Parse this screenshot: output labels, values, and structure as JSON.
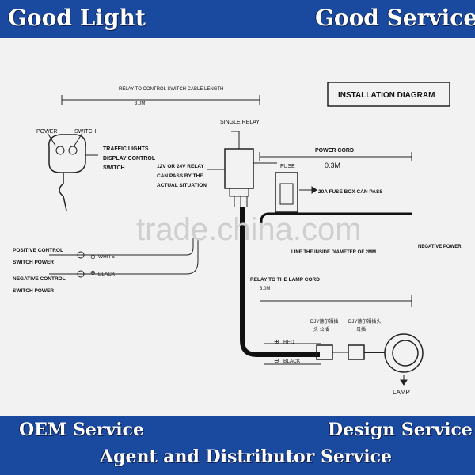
{
  "banners": {
    "top_left": "Good Light",
    "top_right": "Good Service",
    "bottom_left": "OEM Service",
    "bottom_right": "Design Service",
    "bottom_center": "Agent and Distributor Service"
  },
  "diagram": {
    "title": "INSTALLATION DIAGRAM",
    "relay_cable_label": "RELAY TO CONTROL SWITCH CABLE LENGTH",
    "relay_cable_length": "3.0M",
    "power_label": "POWER",
    "switch_label": "SWITCH",
    "traffic_lights_lines": [
      "TRAFFIC LIGHTS",
      "DISPLAY CONTROL",
      "SWITCH"
    ],
    "single_relay": "SINGLE RELAY",
    "relay_note_lines": [
      "12V OR 24V RELAY",
      "CAN PASS BY THE",
      "ACTUAL SITUATION"
    ],
    "fuse_label": "FUSE",
    "fuse_note": "20A FUSE BOX CAN PASS",
    "power_cord_label": "POWER CORD",
    "power_cord_length": "0.3M",
    "positive_lines": [
      "POSITIVE CONTROL",
      "SWITCH POWER"
    ],
    "negative_lines": [
      "NEGATIVE CONTROL",
      "SWITCH POWER"
    ],
    "white": "WHITE",
    "black": "BLACK",
    "plus_sign": "⊕",
    "minus_sign": "⊖",
    "line_inside": "LINE THE INSIDE DIAMETER OF 2MM",
    "negative_power": "NEGATIVE POWER",
    "lamp_cord_label": "RELAY TO THE LAMP CORD",
    "lamp_cord_length": "3.0M",
    "red": "RED",
    "black2": "BLACK",
    "connector_left_lines": [
      "DJY德尔福插",
      "头 公插"
    ],
    "connector_right_lines": [
      "DJY德尔福插头",
      "母插"
    ],
    "lamp": "LAMP"
  },
  "watermark": "trade.china.com"
}
